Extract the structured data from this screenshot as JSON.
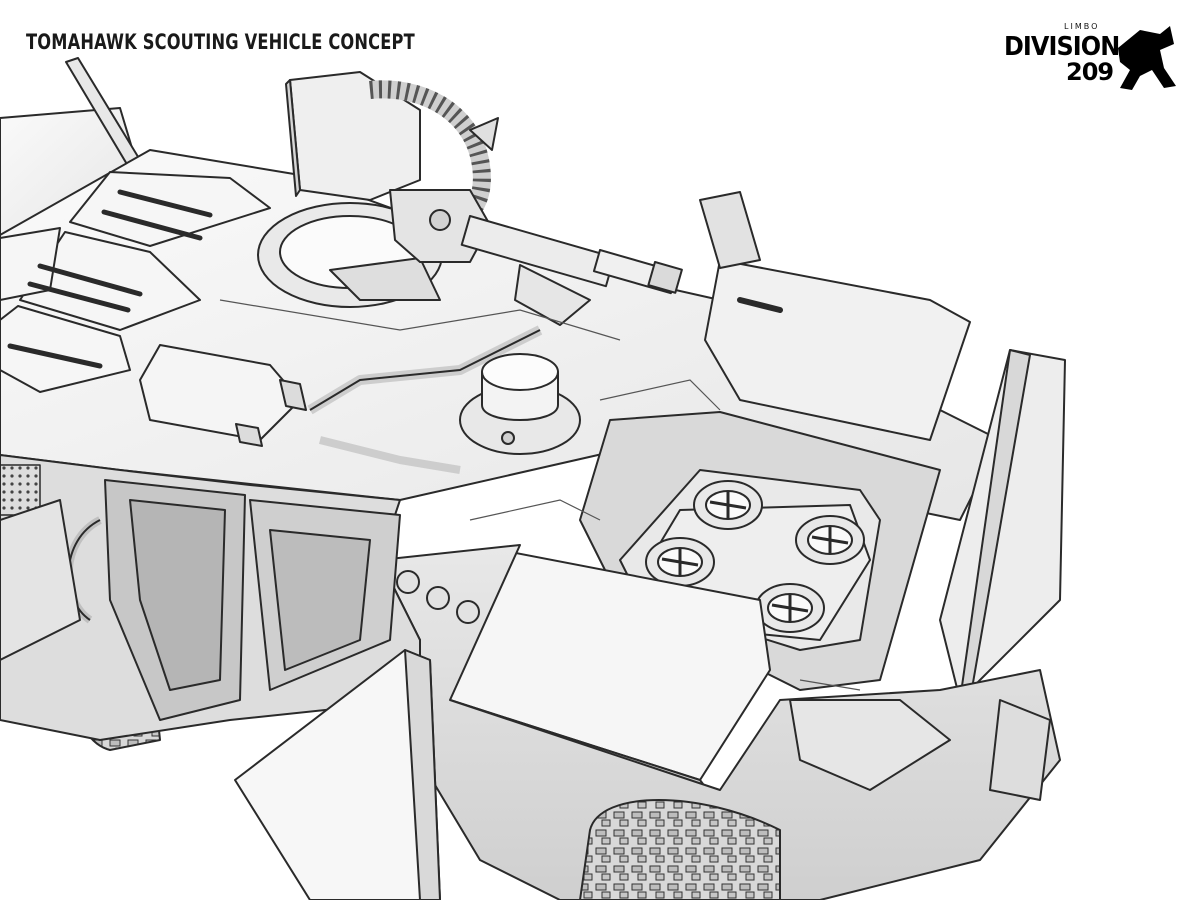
{
  "header": {
    "title": "TOMAHAWK SCOUTING VEHICLE CONCEPT"
  },
  "logo": {
    "sub": "LIMBO",
    "main": "DIVISION",
    "number": "209"
  },
  "colors": {
    "background": "#ffffff",
    "line": "#2a2a2a",
    "fill_light": "#f4f4f4",
    "fill_mid": "#e2e2e2",
    "fill_dark": "#c8c8c8"
  }
}
